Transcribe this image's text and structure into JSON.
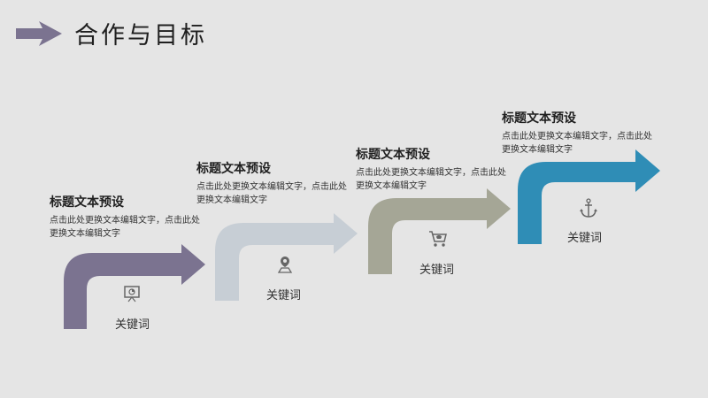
{
  "slide": {
    "title": "合作与目标",
    "accent_colors": [
      "#7b7390",
      "#c7ced5",
      "#a5a696",
      "#2f8db6"
    ],
    "steps": [
      {
        "title": "标题文本预设",
        "desc": "点击此处更换文本编辑文字，点击此处更换文本编辑文字",
        "keyword": "关键词",
        "icon": "presentation-board-icon",
        "color": "#7b7390"
      },
      {
        "title": "标题文本预设",
        "desc": "点击此处更换文本编辑文字，点击此处更换文本编辑文字",
        "keyword": "关键词",
        "icon": "location-user-icon",
        "color": "#c7ced5"
      },
      {
        "title": "标题文本预设",
        "desc": "点击此处更换文本编辑文字，点击此处更换文本编辑文字",
        "keyword": "关键词",
        "icon": "shopping-cart-icon",
        "color": "#a5a696"
      },
      {
        "title": "标题文本预设",
        "desc": "点击此处更换文本编辑文字，点击此处更换文本编辑文字",
        "keyword": "关键词",
        "icon": "anchor-icon",
        "color": "#2f8db6"
      }
    ]
  }
}
